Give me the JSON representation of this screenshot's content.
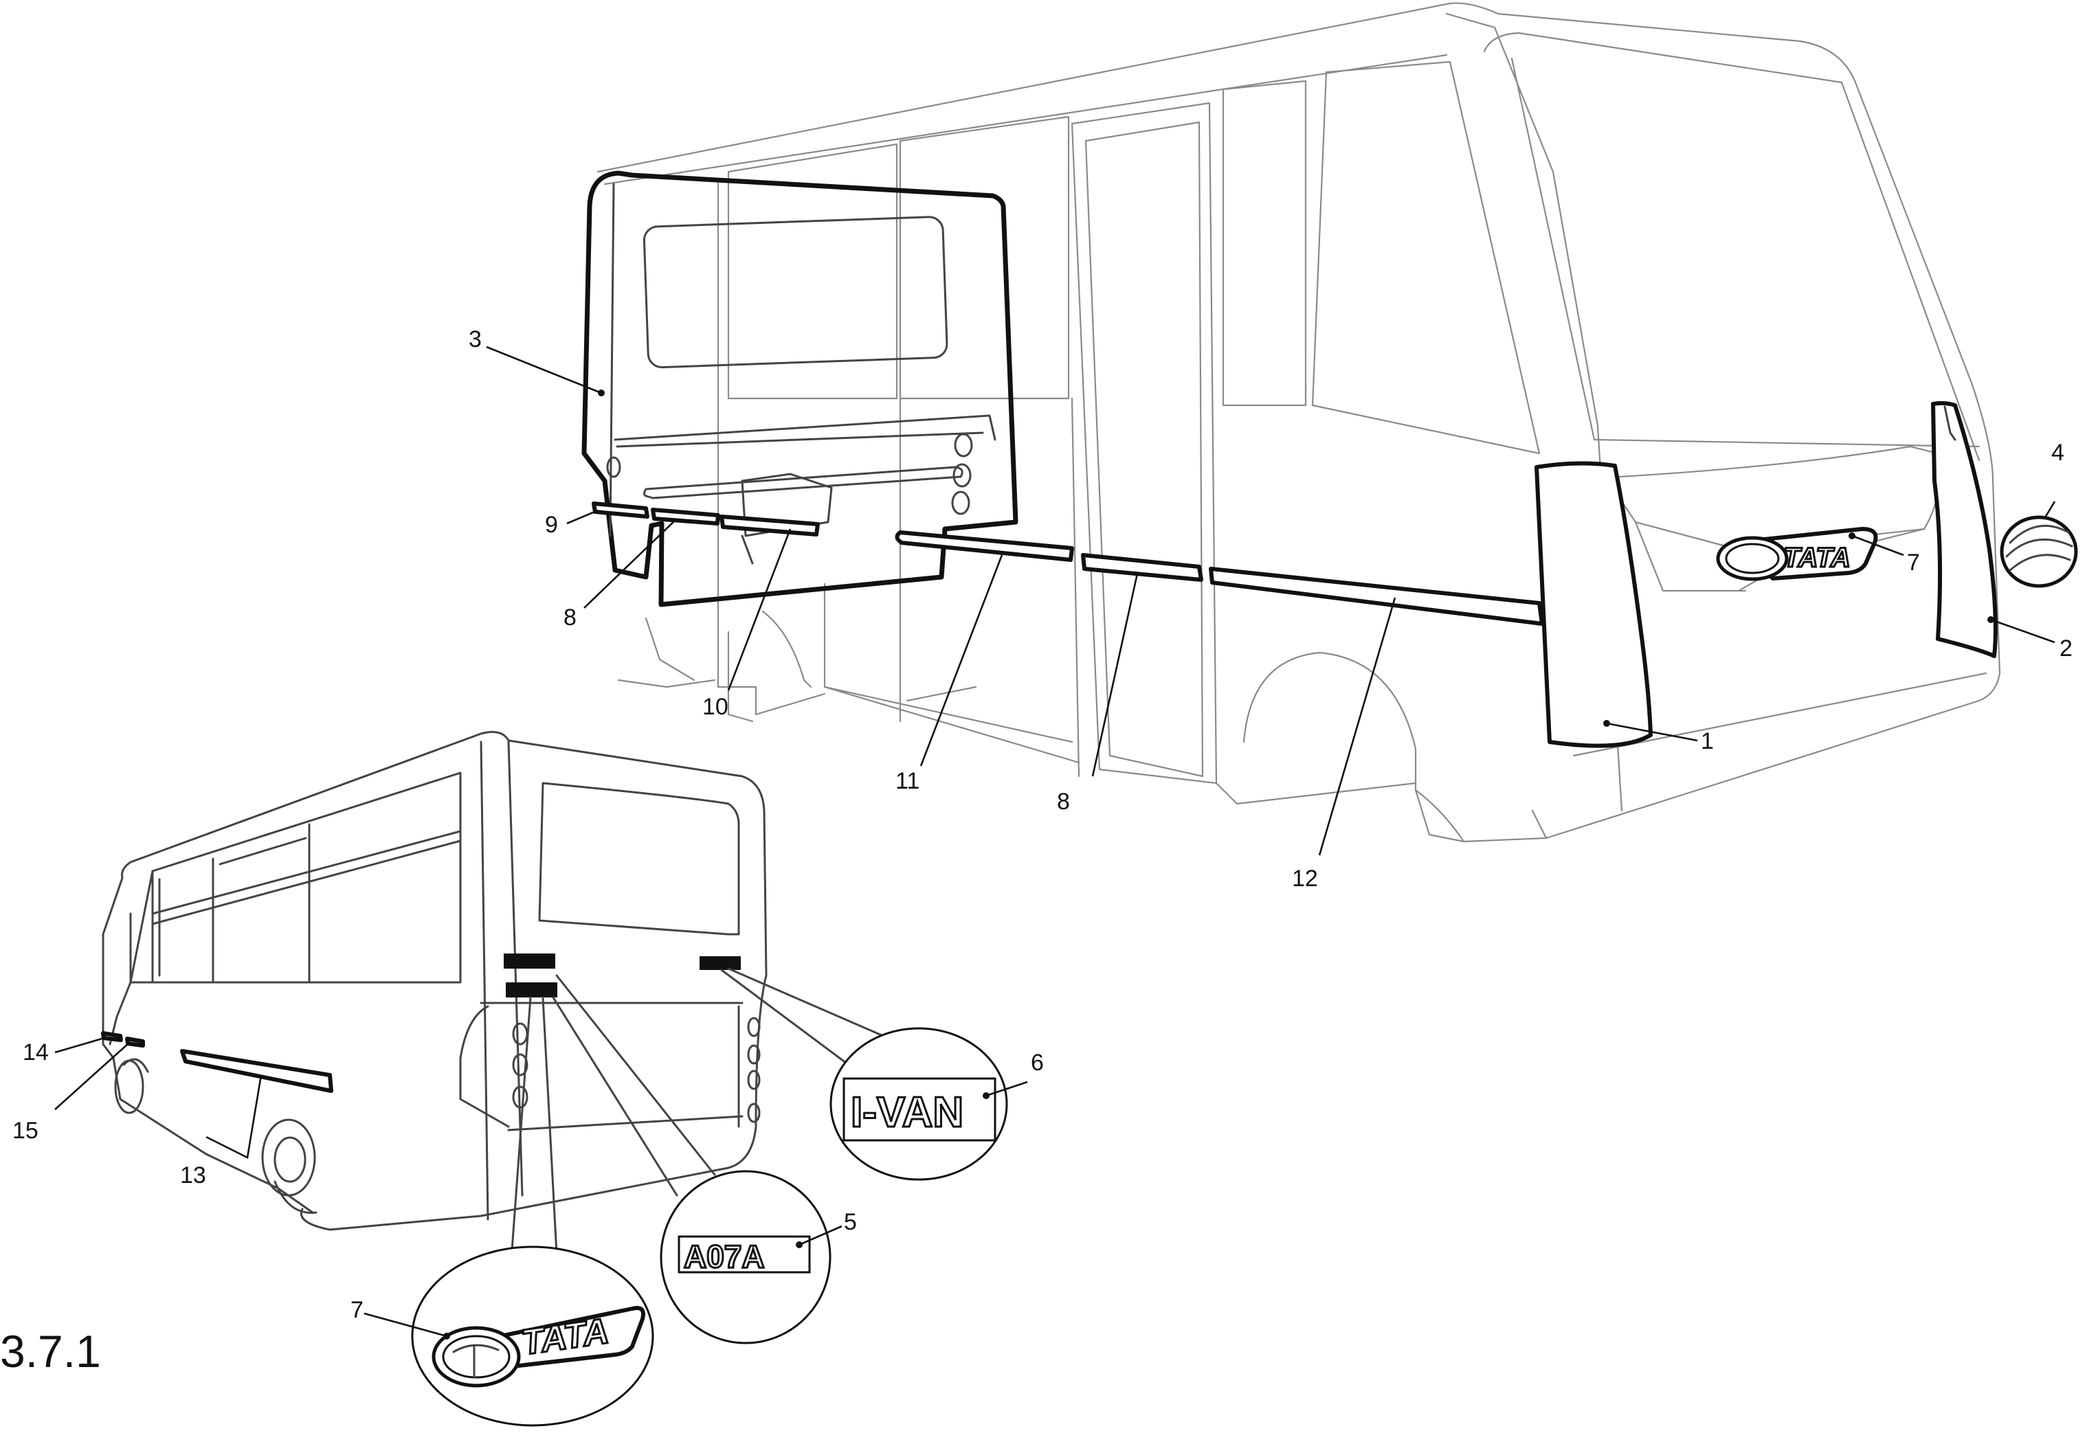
{
  "figure": {
    "number": "3.7.1"
  },
  "callouts": [
    "1",
    "2",
    "3",
    "4",
    "5",
    "6",
    "7",
    "8",
    "9",
    "10",
    "11",
    "12",
    "13",
    "14",
    "15",
    "8",
    "7"
  ],
  "emblems": {
    "brand": "TATA",
    "model_badge": "I-VAN",
    "code_badge": "A07A"
  }
}
